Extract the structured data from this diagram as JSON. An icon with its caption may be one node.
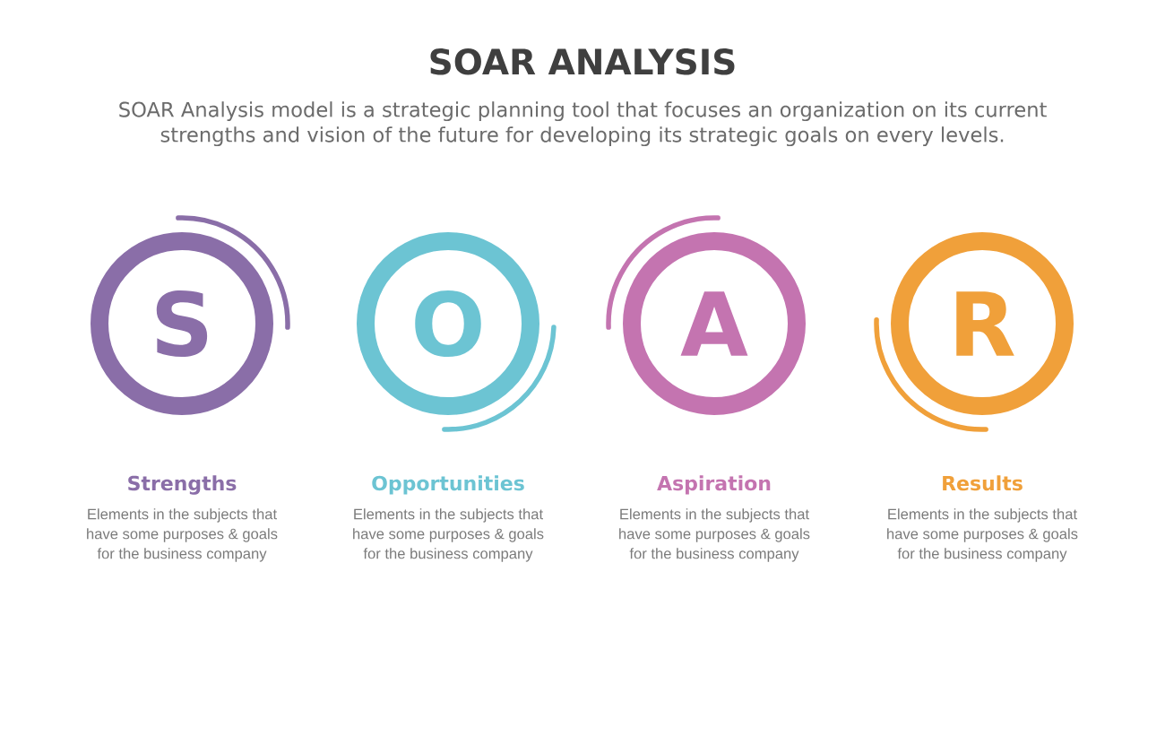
{
  "diagram": {
    "title": "SOAR ANALYSIS",
    "nodes": [
      {
        "text": [
          "S"
        ],
        "beside": [
          "Strengths",
          "Elements in the subjects that have some purposes & goals for the business company"
        ]
      },
      {
        "text": [
          "O"
        ],
        "beside": [
          "Opportunities",
          "Elements in the subjects that have some purposes & goals for the business company"
        ]
      },
      {
        "text": [
          "A"
        ],
        "beside": [
          "Aspiration",
          "Elements in the subjects that have some purposes & goals for the business company"
        ]
      },
      {
        "text": [
          "R"
        ],
        "beside": [
          "Results",
          "Elements in the subjects that have some purposes & goals for the business company"
        ]
      }
    ],
    "labels": [
      "SOAR Analysis model is a strategic planning tool that focuses an organization on its current strengths and vision of the future for developing its strategic goals on every levels."
    ]
  }
}
